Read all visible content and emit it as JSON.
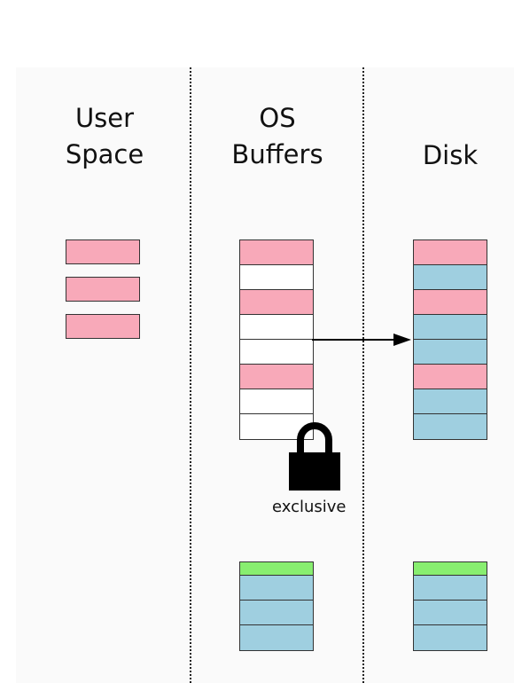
{
  "columns": {
    "user_space": "User\nSpace",
    "os_buffers": "OS\nBuffers",
    "disk": "Disk"
  },
  "lock": {
    "icon": "lock-icon",
    "label": "exclusive"
  },
  "stacks": {
    "user_space": [
      "pink",
      "pink",
      "pink"
    ],
    "os_buffers": [
      "pink",
      "white",
      "pink",
      "white",
      "white",
      "pink",
      "white",
      "white"
    ],
    "disk": [
      "pink",
      "blue",
      "pink",
      "blue",
      "blue",
      "pink",
      "blue",
      "blue"
    ],
    "os_buffers_bottom": [
      "green",
      "blue",
      "blue",
      "blue"
    ],
    "disk_bottom": [
      "green",
      "blue",
      "blue",
      "blue"
    ]
  },
  "colors": {
    "pink": "#f8a9b9",
    "white": "#ffffff",
    "blue": "#9fcfe0",
    "green": "#88ee70",
    "lock": "#000000"
  }
}
